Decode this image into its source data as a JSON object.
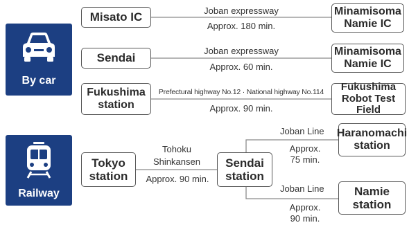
{
  "car": {
    "label": "By car",
    "routes": [
      {
        "from": [
          "Misato IC"
        ],
        "route": "Joban expressway",
        "time": "Approx. 180 min.",
        "to": [
          "Minamisoma",
          "Namie IC"
        ]
      },
      {
        "from": [
          "Sendai"
        ],
        "route": "Joban expressway",
        "time": "Approx. 60 min.",
        "to": [
          "Minamisoma",
          "Namie IC"
        ]
      },
      {
        "from": [
          "Fukushima",
          "station"
        ],
        "route": "Prefectural highway No.12 · National highway No.114",
        "time": "Approx. 90 min.",
        "to": [
          "Fukushima",
          "Robot Test Field"
        ]
      }
    ]
  },
  "rail": {
    "label": "Railway",
    "origin": [
      "Tokyo",
      "station"
    ],
    "first_leg": {
      "line": [
        "Tohoku",
        "Shinkansen"
      ],
      "time": "Approx. 90 min."
    },
    "hub": [
      "Sendai",
      "station"
    ],
    "branches": [
      {
        "line": "Joban Line",
        "time": [
          "Approx.",
          "75 min."
        ],
        "to": [
          "Haranomachi",
          "station"
        ]
      },
      {
        "line": "Joban Line",
        "time": [
          "Approx.",
          "90 min."
        ],
        "to": [
          "Namie",
          "station"
        ]
      }
    ]
  },
  "icons": {
    "car": "car-icon",
    "train": "train-icon"
  },
  "colors": {
    "panel": "#1c3f82",
    "line": "#777777",
    "border": "#555555"
  }
}
